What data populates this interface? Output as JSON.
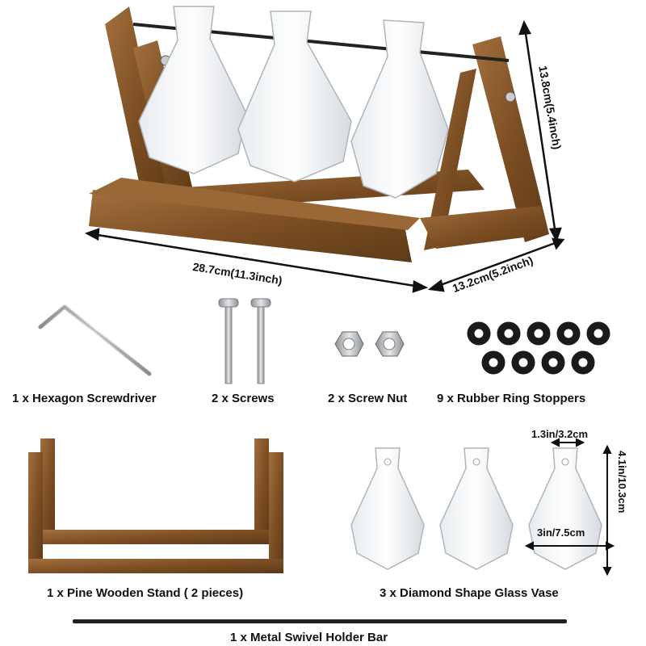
{
  "dimensions": {
    "length": "28.7cm(11.3inch)",
    "height": "13.8cm(5.4inch)",
    "depth": "13.2cm(5.2inch)",
    "vase_neck": "1.3in/3.2cm",
    "vase_height": "4.1in/10.3cm",
    "vase_width": "3in/7.5cm"
  },
  "components": {
    "screwdriver": "1 x Hexagon Screwdriver",
    "screws": "2 x Screws",
    "screw_nut": "2 x Screw Nut",
    "rubber_rings": "9 x Rubber Ring Stoppers",
    "wooden_stand": "1 x Pine Wooden Stand ( 2 pieces)",
    "glass_vase": "3 x Diamond Shape Glass Vase",
    "holder_bar": "1 x Metal Swivel Holder Bar"
  },
  "colors": {
    "wood": "#8b5a2b",
    "wood_dark": "#5e3a17",
    "metal": "#b9bcc0",
    "rubber": "#1a1a1a"
  }
}
